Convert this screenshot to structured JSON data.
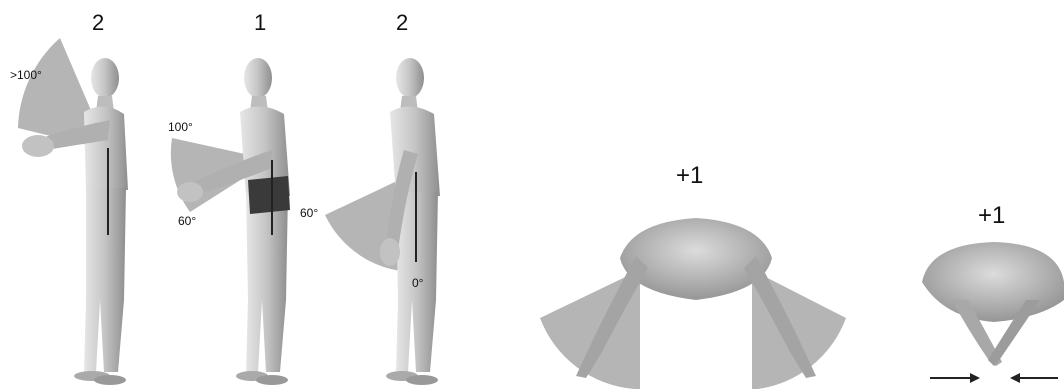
{
  "panels": [
    {
      "score": "2",
      "angle_top": ">100°"
    },
    {
      "score": "1",
      "angle_top": "100°",
      "angle_bottom": "60°"
    },
    {
      "score": "2",
      "angle_top": "60°",
      "angle_bottom": "0°"
    },
    {
      "score": "+1"
    },
    {
      "score": "+1"
    }
  ],
  "colors": {
    "sector": "#b5b5b5",
    "body": "#c9c9c9",
    "body_shade": "#9a9a9a",
    "line": "#222222"
  }
}
